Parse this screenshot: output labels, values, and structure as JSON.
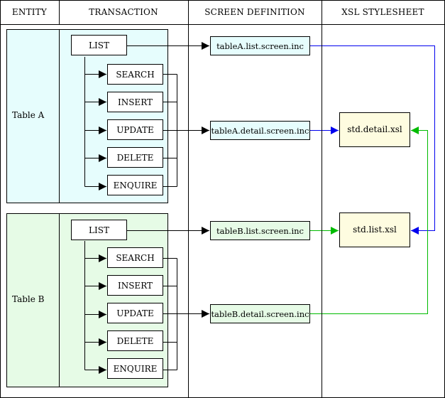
{
  "headers": {
    "entity": "ENTITY",
    "transaction": "TRANSACTION",
    "screen": "SCREEN DEFINITION",
    "xsl": "XSL STYLESHEET"
  },
  "entities": [
    {
      "label": "Table A",
      "bg": "#e6fdfd",
      "list": "LIST",
      "actions": [
        "SEARCH",
        "INSERT",
        "UPDATE",
        "DELETE",
        "ENQUIRE"
      ],
      "list_screen": "tableA.list.screen.inc",
      "detail_screen": "tableA.detail.screen.inc"
    },
    {
      "label": "Table B",
      "bg": "#e6fbe6",
      "list": "LIST",
      "actions": [
        "SEARCH",
        "INSERT",
        "UPDATE",
        "DELETE",
        "ENQUIRE"
      ],
      "list_screen": "tableB.list.screen.inc",
      "detail_screen": "tableB.detail.screen.inc"
    }
  ],
  "stylesheets": {
    "detail": "std.detail.xsl",
    "list": "std.list.xsl"
  },
  "colors": {
    "blue_link": "#0000ee",
    "green_link": "#00bb00",
    "xsl_bg": "#fefce0"
  }
}
